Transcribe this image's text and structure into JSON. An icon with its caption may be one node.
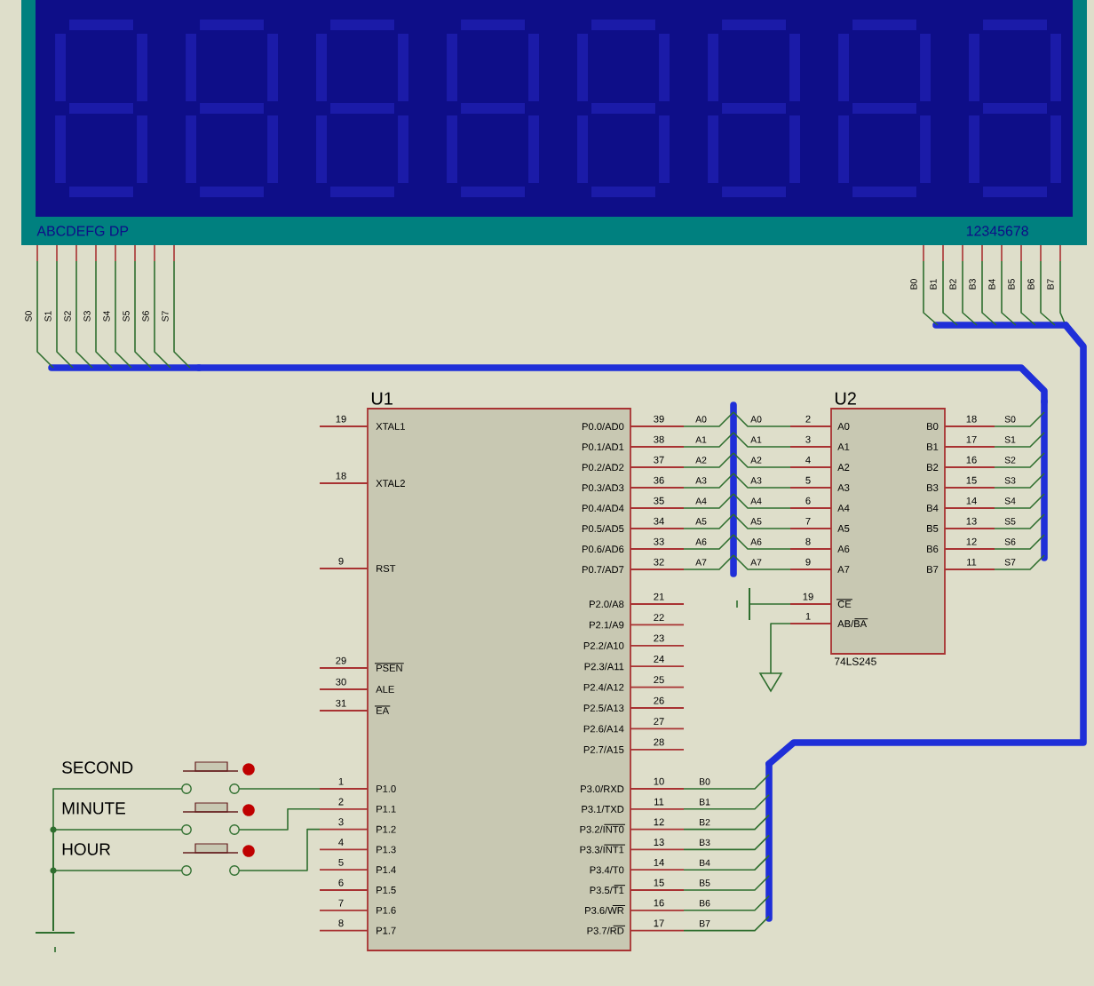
{
  "diagram": {
    "nodes": [
      {
        "text": [
          "ABCDEFG DP",
          "12345678"
        ]
      },
      {
        "text": [],
        "shape": "bus"
      },
      {
        "text": [],
        "shape": "bus"
      },
      {
        "text": [
          "U1"
        ]
      },
      {
        "text": [],
        "shape": "bus"
      },
      {
        "text": [
          "U2"
        ],
        "beside": [
          "74LS245"
        ]
      },
      {
        "text": [],
        "shape": "bus"
      },
      {
        "text": [],
        "shape": "ground"
      },
      {
        "text": [],
        "shape": "ground"
      },
      {
        "text": [],
        "shape": "bus"
      },
      {
        "text": [],
        "shape": "switch"
      },
      {
        "text": [],
        "shape": "switch"
      },
      {
        "text": [],
        "shape": "switch"
      },
      {
        "text": [],
        "shape": "ground"
      }
    ],
    "edges": [
      {
        "from": 3,
        "to": 4,
        "arrow": "none",
        "label": "A0"
      },
      {
        "from": 3,
        "to": 4,
        "arrow": "none",
        "label": "A1"
      },
      {
        "from": 3,
        "to": 4,
        "arrow": "none",
        "label": "A2"
      },
      {
        "from": 3,
        "to": 4,
        "arrow": "none",
        "label": "A3"
      },
      {
        "from": 3,
        "to": 4,
        "arrow": "none",
        "label": "A4"
      },
      {
        "from": 3,
        "to": 4,
        "arrow": "none",
        "label": "A5"
      },
      {
        "from": 3,
        "to": 4,
        "arrow": "none",
        "label": "A6"
      },
      {
        "from": 3,
        "to": 4,
        "arrow": "none",
        "label": "A7"
      },
      {
        "from": 4,
        "to": 5,
        "arrow": "none",
        "label": "A0"
      },
      {
        "from": 4,
        "to": 5,
        "arrow": "none",
        "label": "A1"
      },
      {
        "from": 4,
        "to": 5,
        "arrow": "none",
        "label": "A2"
      },
      {
        "from": 4,
        "to": 5,
        "arrow": "none",
        "label": "A3"
      },
      {
        "from": 4,
        "to": 5,
        "arrow": "none",
        "label": "A4"
      },
      {
        "from": 4,
        "to": 5,
        "arrow": "none",
        "label": "A5"
      },
      {
        "from": 4,
        "to": 5,
        "arrow": "none",
        "label": "A6"
      },
      {
        "from": 4,
        "to": 5,
        "arrow": "none",
        "label": "A7"
      },
      {
        "from": 5,
        "to": 6,
        "arrow": "none",
        "label": "S0"
      },
      {
        "from": 5,
        "to": 6,
        "arrow": "none",
        "label": "S1"
      },
      {
        "from": 5,
        "to": 6,
        "arrow": "none",
        "label": "S2"
      },
      {
        "from": 5,
        "to": 6,
        "arrow": "none",
        "label": "S3"
      },
      {
        "from": 5,
        "to": 6,
        "arrow": "none",
        "label": "S4"
      },
      {
        "from": 5,
        "to": 6,
        "arrow": "none",
        "label": "S5"
      },
      {
        "from": 5,
        "to": 6,
        "arrow": "none",
        "label": "S6"
      },
      {
        "from": 5,
        "to": 6,
        "arrow": "none",
        "label": "S7"
      },
      {
        "from": 2,
        "to": 0,
        "arrow": "none",
        "label": "S0"
      },
      {
        "from": 2,
        "to": 0,
        "arrow": "none",
        "label": "S1"
      },
      {
        "from": 2,
        "to": 0,
        "arrow": "none",
        "label": "S2"
      },
      {
        "from": 2,
        "to": 0,
        "arrow": "none",
        "label": "S3"
      },
      {
        "from": 2,
        "to": 0,
        "arrow": "none",
        "label": "S4"
      },
      {
        "from": 2,
        "to": 0,
        "arrow": "none",
        "label": "S5"
      },
      {
        "from": 2,
        "to": 0,
        "arrow": "none",
        "label": "S6"
      },
      {
        "from": 2,
        "to": 0,
        "arrow": "none",
        "label": "S7"
      },
      {
        "from": 3,
        "to": 9,
        "arrow": "none",
        "label": "B0"
      },
      {
        "from": 3,
        "to": 9,
        "arrow": "none",
        "label": "B1"
      },
      {
        "from": 3,
        "to": 9,
        "arrow": "none",
        "label": "B2"
      },
      {
        "from": 3,
        "to": 9,
        "arrow": "none",
        "label": "B3"
      },
      {
        "from": 3,
        "to": 9,
        "arrow": "none",
        "label": "B4"
      },
      {
        "from": 3,
        "to": 9,
        "arrow": "none",
        "label": "B5"
      },
      {
        "from": 3,
        "to": 9,
        "arrow": "none",
        "label": "B6"
      },
      {
        "from": 3,
        "to": 9,
        "arrow": "none",
        "label": "B7"
      },
      {
        "from": 1,
        "to": 0,
        "arrow": "none",
        "label": "B0"
      },
      {
        "from": 1,
        "to": 0,
        "arrow": "none",
        "label": "B1"
      },
      {
        "from": 1,
        "to": 0,
        "arrow": "none",
        "label": "B2"
      },
      {
        "from": 1,
        "to": 0,
        "arrow": "none",
        "label": "B3"
      },
      {
        "from": 1,
        "to": 0,
        "arrow": "none",
        "label": "B4"
      },
      {
        "from": 1,
        "to": 0,
        "arrow": "none",
        "label": "B5"
      },
      {
        "from": 1,
        "to": 0,
        "arrow": "none",
        "label": "B6"
      },
      {
        "from": 1,
        "to": 0,
        "arrow": "none",
        "label": "B7"
      },
      {
        "from": 6,
        "to": 2,
        "arrow": "none",
        "style": "thick",
        "color": "#1f2fd8"
      },
      {
        "from": 9,
        "to": 1,
        "arrow": "none",
        "style": "thick",
        "color": "#1f2fd8"
      },
      {
        "from": 10,
        "to": 3,
        "arrow": "none"
      },
      {
        "from": 11,
        "to": 3,
        "arrow": "none"
      },
      {
        "from": 12,
        "to": 3,
        "arrow": "none"
      },
      {
        "from": 13,
        "to": 10,
        "arrow": "none"
      },
      {
        "from": 13,
        "to": 11,
        "arrow": "none"
      },
      {
        "from": 13,
        "to": 12,
        "arrow": "none"
      },
      {
        "from": 7,
        "to": 5,
        "arrow": "none"
      },
      {
        "from": 8,
        "to": 5,
        "arrow": "none"
      }
    ],
    "labels": [
      "19",
      "XTAL1",
      "18",
      "XTAL2",
      "9",
      "RST",
      "29",
      "PSEN",
      "30",
      "ALE",
      "31",
      "EA",
      "1",
      "P1.0",
      "2",
      "P1.1",
      "3",
      "P1.2",
      "4",
      "P1.3",
      "5",
      "P1.4",
      "6",
      "P1.5",
      "7",
      "P1.6",
      "8",
      "P1.7",
      "39",
      "P0.0/AD0",
      "38",
      "P0.1/AD1",
      "37",
      "P0.2/AD2",
      "36",
      "P0.3/AD3",
      "35",
      "P0.4/AD4",
      "34",
      "P0.5/AD5",
      "33",
      "P0.6/AD6",
      "32",
      "P0.7/AD7",
      "21",
      "P2.0/A8",
      "22",
      "P2.1/A9",
      "23",
      "P2.2/A10",
      "24",
      "P2.3/A11",
      "25",
      "P2.4/A12",
      "26",
      "P2.5/A13",
      "27",
      "P2.6/A14",
      "28",
      "P2.7/A15",
      "10",
      "P3.0/RXD",
      "11",
      "P3.1/TXD",
      "12",
      "P3.2/INT0",
      "13",
      "P3.3/INT1",
      "14",
      "P3.4/T0",
      "15",
      "P3.5/T1",
      "16",
      "P3.6/WR",
      "17",
      "P3.7/RD",
      "2",
      "A0",
      "3",
      "A1",
      "4",
      "A2",
      "5",
      "A3",
      "6",
      "A4",
      "7",
      "A5",
      "8",
      "A6",
      "9",
      "A7",
      "19",
      "CE",
      "1",
      "AB/BA",
      "B0",
      "18",
      "B1",
      "17",
      "B2",
      "16",
      "B3",
      "15",
      "B4",
      "14",
      "B5",
      "13",
      "B6",
      "12",
      "B7",
      "11",
      "SECOND",
      "MINUTE",
      "HOUR"
    ]
  }
}
